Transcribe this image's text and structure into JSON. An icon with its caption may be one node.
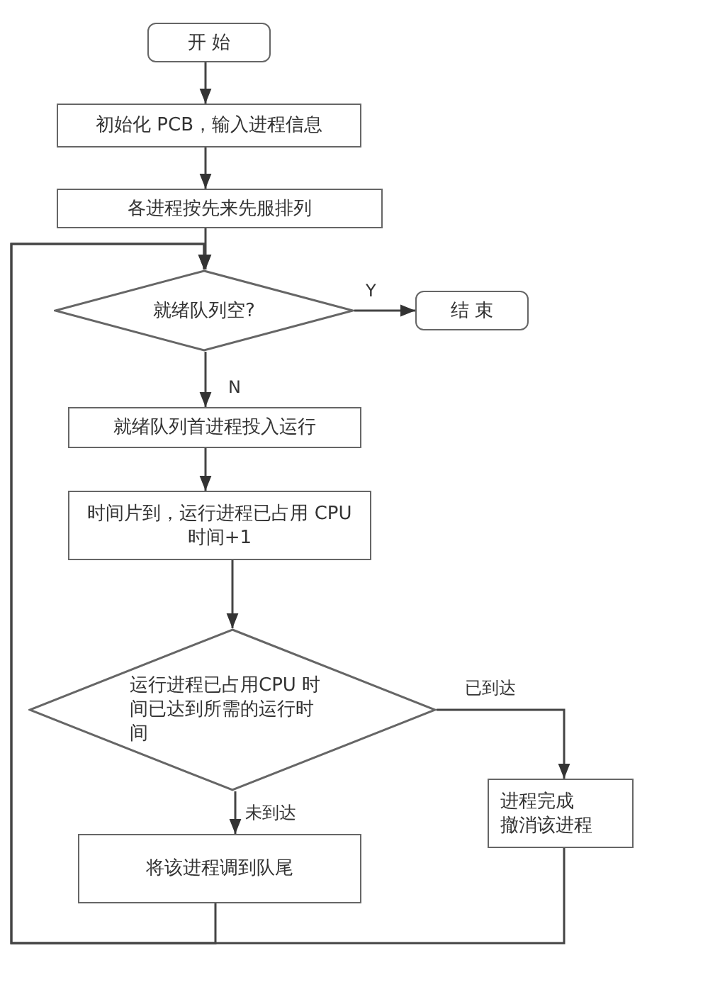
{
  "diagram": {
    "nodes": [
      {
        "text": [
          "开 始"
        ]
      },
      {
        "text": [
          "初始化 PCB，输入进程信息"
        ]
      },
      {
        "text": [
          "各进程按先来先服排列"
        ]
      },
      {
        "text": [
          "就绪队列空?"
        ]
      },
      {
        "text": [
          "结 束"
        ]
      },
      {
        "text": [
          "就绪队列首进程投入运行"
        ]
      },
      {
        "text": [
          "时间片到，运行进程已占用 CPU 时间+1"
        ]
      },
      {
        "text": [
          "运行进程已占用CPU 时间已达到所需的运行时间"
        ]
      },
      {
        "text": [
          "将该进程调到队尾"
        ]
      },
      {
        "text": [
          "进程完成",
          "撤消该进程"
        ]
      }
    ],
    "edges": [
      {
        "from": 0,
        "to": 1,
        "arrow": "to"
      },
      {
        "from": 1,
        "to": 2,
        "arrow": "to"
      },
      {
        "from": 2,
        "to": 3,
        "arrow": "to"
      },
      {
        "from": 3,
        "to": 4,
        "arrow": "to",
        "label": "Y"
      },
      {
        "from": 3,
        "to": 5,
        "arrow": "to",
        "label": "N"
      },
      {
        "from": 5,
        "to": 6,
        "arrow": "to"
      },
      {
        "from": 6,
        "to": 7,
        "arrow": "to"
      },
      {
        "from": 7,
        "to": 8,
        "arrow": "to",
        "label": "未到达"
      },
      {
        "from": 7,
        "to": 9,
        "arrow": "to",
        "label": "已到达"
      },
      {
        "from": 8,
        "to": 3,
        "arrow": "to"
      },
      {
        "from": 9,
        "to": 3,
        "arrow": "to"
      }
    ]
  }
}
